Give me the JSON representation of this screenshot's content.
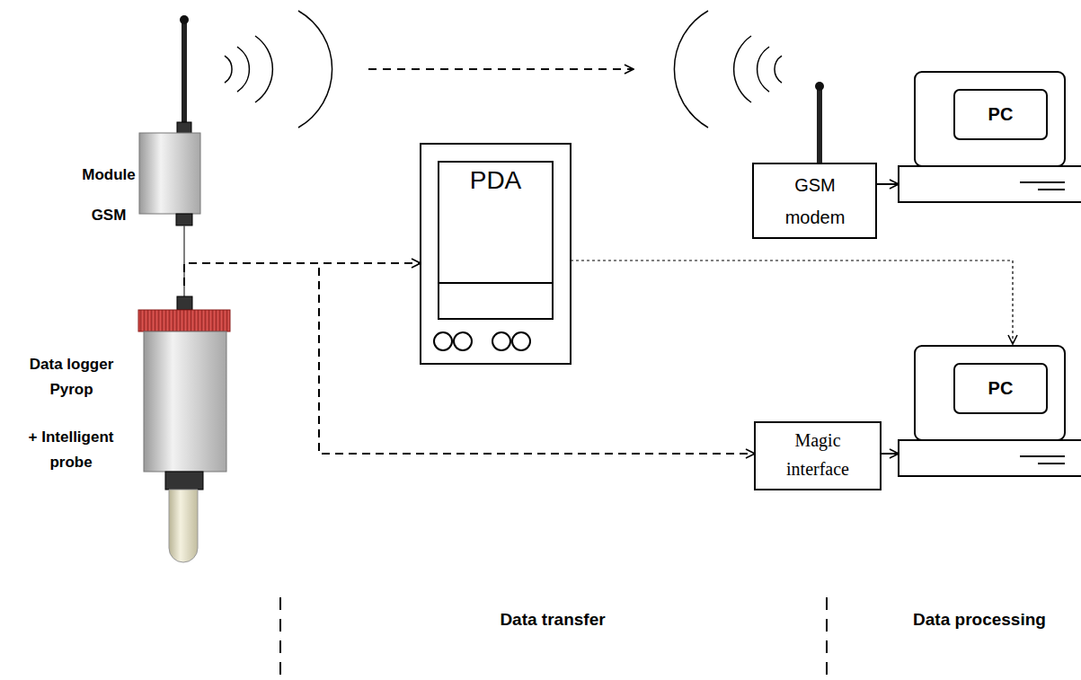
{
  "diagram": {
    "nodes": [
      {
        "text": [
          "Module",
          "GSM"
        ]
      },
      {
        "text": [
          "Data logger Pyrop",
          "+ Intelligent probe"
        ]
      },
      {
        "text": [
          "PDA"
        ]
      },
      {
        "text": [
          "GSM modem"
        ]
      },
      {
        "text": [
          "PC"
        ]
      },
      {
        "text": [
          "PC"
        ]
      },
      {
        "text": [
          "Magic interface"
        ]
      }
    ],
    "edges": [
      {
        "from": 0,
        "to": 3,
        "arrow": "to"
      },
      {
        "from": 1,
        "to": 2,
        "arrow": "to"
      },
      {
        "from": 1,
        "to": 6,
        "arrow": "to"
      },
      {
        "from": 2,
        "to": 5,
        "arrow": "to"
      },
      {
        "from": 3,
        "to": 4,
        "arrow": "to"
      },
      {
        "from": 6,
        "to": 5,
        "arrow": "to"
      }
    ],
    "labels": [
      "Data transfer",
      "Data processing"
    ]
  }
}
